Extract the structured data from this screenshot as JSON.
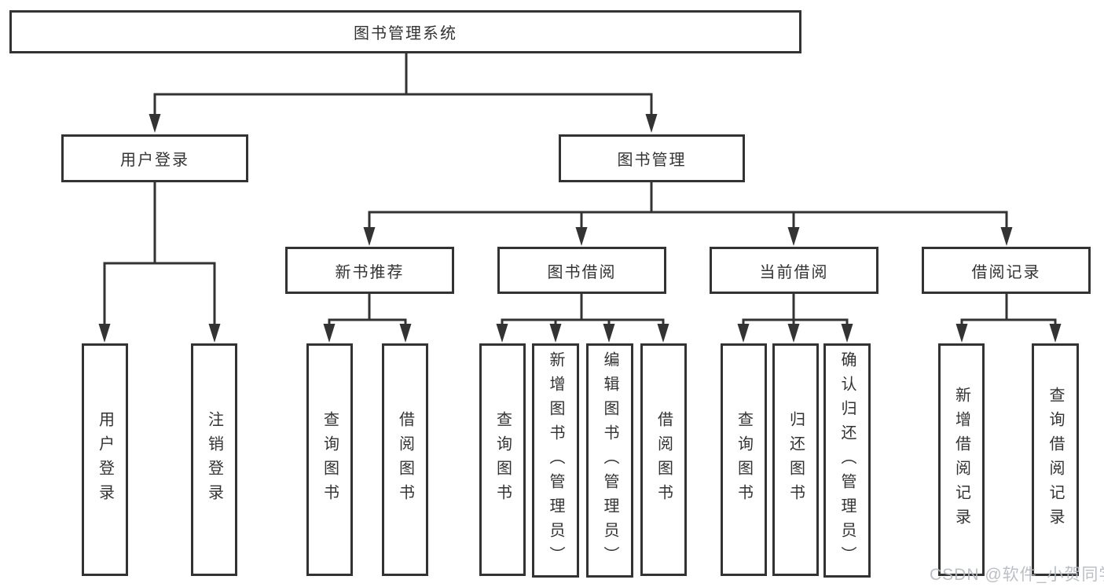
{
  "diagram_type": "hierarchy-tree",
  "nodes": {
    "root": {
      "label": "图书管理系统"
    },
    "user_login": {
      "label": "用户登录"
    },
    "book_mgmt": {
      "label": "图书管理"
    },
    "new_book_rec": {
      "label": "新书推荐"
    },
    "book_borrow": {
      "label": "图书借阅"
    },
    "current_borrow": {
      "label": "当前借阅"
    },
    "borrow_records": {
      "label": "借阅记录"
    },
    "leaves": [
      {
        "label": "用户登录"
      },
      {
        "label": "注销登录"
      },
      {
        "label": "查询图书"
      },
      {
        "label": "借阅图书"
      },
      {
        "label": "查询图书"
      },
      {
        "label": "新增图书（管理员）"
      },
      {
        "label": "编辑图书（管理员）"
      },
      {
        "label": "借阅图书"
      },
      {
        "label": "查询图书"
      },
      {
        "label": "归还图书"
      },
      {
        "label": "确认归还（管理员）"
      },
      {
        "label": "新增借阅记录"
      },
      {
        "label": "查询借阅记录"
      }
    ]
  },
  "hierarchy": {
    "图书管理系统": [
      "用户登录",
      "图书管理"
    ],
    "用户登录": [
      "用户登录",
      "注销登录"
    ],
    "图书管理": [
      "新书推荐",
      "图书借阅",
      "当前借阅",
      "借阅记录"
    ],
    "新书推荐": [
      "查询图书",
      "借阅图书"
    ],
    "图书借阅": [
      "查询图书",
      "新增图书（管理员）",
      "编辑图书（管理员）",
      "借阅图书"
    ],
    "当前借阅": [
      "查询图书",
      "归还图书",
      "确认归还（管理员）"
    ],
    "借阅记录": [
      "新增借阅记录",
      "查询借阅记录"
    ]
  },
  "watermark": "CSDN @软件_小贺同学",
  "colors": {
    "line": "#333333",
    "text": "#333333",
    "wm": "#b6bac1",
    "bg": "#ffffff"
  }
}
